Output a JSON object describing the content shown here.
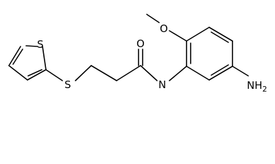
{
  "molecule": {
    "atoms": {
      "methoxy_o": "O",
      "carbonyl_o": "O",
      "thio_s": "S",
      "ring_s": "S",
      "amide_n": "N",
      "amine": "NH",
      "amine_sub": "2"
    }
  }
}
